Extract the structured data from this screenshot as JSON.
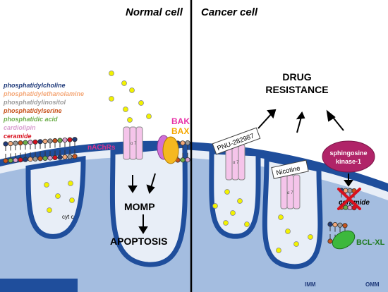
{
  "headers": {
    "normal": "Normal cell",
    "cancer": "Cancer cell"
  },
  "legend": [
    {
      "label": "phosphatidylcholine",
      "color": "#1f3a7a"
    },
    {
      "label": "phosphatidylethanolamine",
      "color": "#f4a97a"
    },
    {
      "label": "phosphatidylinositol",
      "color": "#9a9a9a"
    },
    {
      "label": "phosphatidylserine",
      "color": "#c8531c"
    },
    {
      "label": "phosphatidic acid",
      "color": "#6cae4a"
    },
    {
      "label": "cardiolipin",
      "color": "#d9a0d0"
    },
    {
      "label": "ceramide",
      "color": "#d8101e"
    }
  ],
  "labels": {
    "nachrs": "nAChRs",
    "bak": "BAK",
    "bax": "BAX",
    "cytc": "cyt c",
    "momp": "MOMP",
    "apoptosis": "APOPTOSIS",
    "drug_resistance_1": "DRUG",
    "drug_resistance_2": "RESISTANCE",
    "pnu": "PNU-282987",
    "nicotine": "Nicotine",
    "sphingosine_1": "sphingosine",
    "sphingosine_2": "kinase-1",
    "ceramide": "ceramide",
    "bclxl": "BCL-XL",
    "imm": "IMM",
    "omm": "OMM",
    "alpha7": "α 7"
  },
  "colors": {
    "outer_membrane": "#1f4e9c",
    "matrix": "#a4bde0",
    "ims": "#e8eef7",
    "receptor": "#f5c4ea",
    "ligand": "#f2f200",
    "bak": "#d070d8",
    "bax": "#f5b820",
    "bclxl": "#3db83d",
    "sphk1": "#b02468",
    "ceramide_mark": "#d8101e",
    "bak_text": "#e832a8",
    "bax_text": "#f5a800",
    "bclxl_text": "#1e7a1e",
    "nachrs_text": "#d6358f"
  }
}
